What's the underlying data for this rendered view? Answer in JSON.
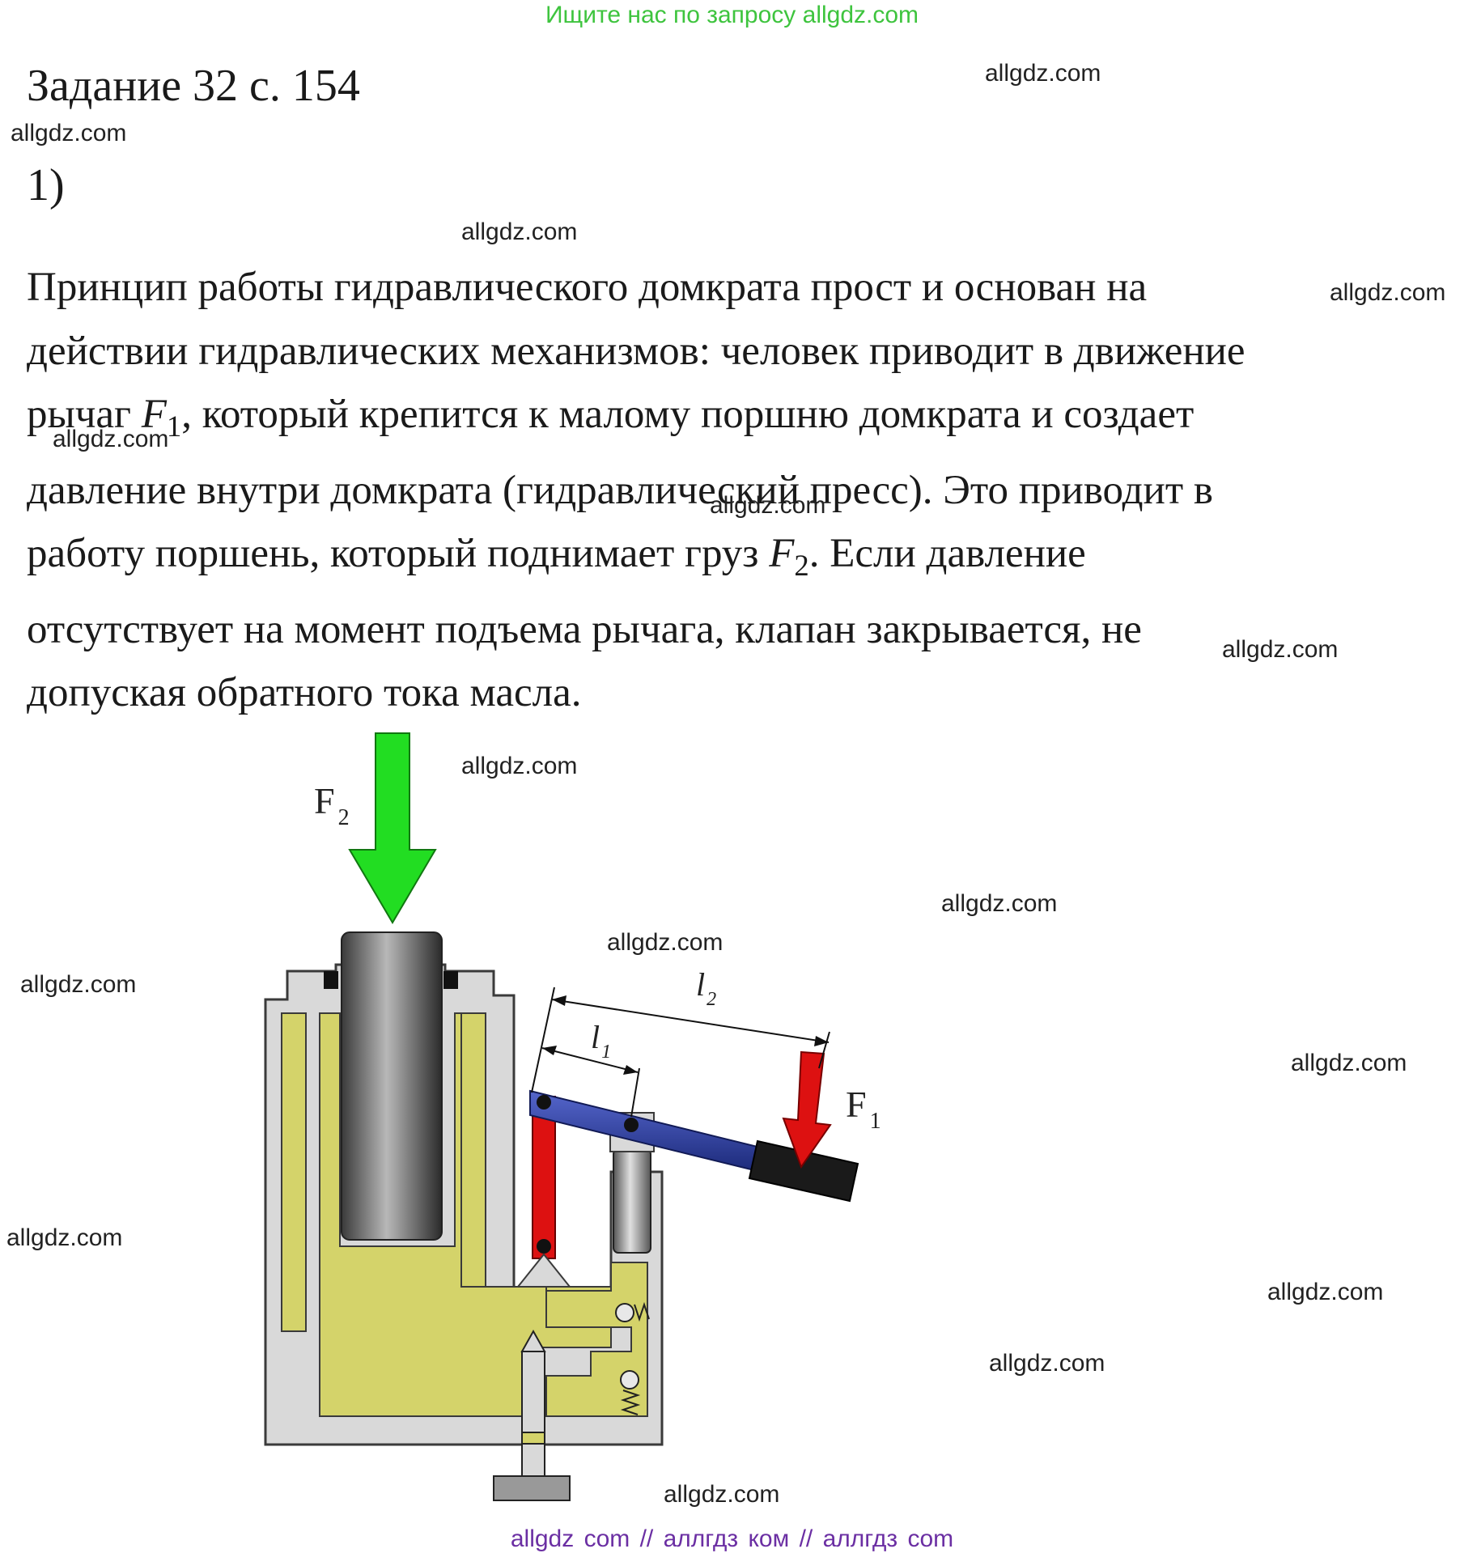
{
  "banner": "Ищите нас по запросу allgdz.com",
  "task": {
    "title": "Задание 32 с. 154",
    "number": "1)"
  },
  "paragraph": {
    "line1": "Принцип работы гидравлического домкрата прост и основан на",
    "line2": "действии гидравлических механизмов: человек приводит в движение",
    "line3_start": "рычаг ",
    "line3_var": "F",
    "line3_sub": "1",
    "line3_end": ", который крепится к малому поршню домкрата и создает",
    "line4": "давление внутри домкрата (гидравлический пресс). Это приводит в",
    "line5_start": "работу поршень, который поднимает груз ",
    "line5_var": "F",
    "line5_sub": "2",
    "line5_end": ". Если давление",
    "line6": "отсутствует на момент подъема рычага, клапан закрывается, не",
    "line7": "допуская обратного тока масла."
  },
  "diagram": {
    "f2_label": "F",
    "f2_sub": "2",
    "f1_label": "F",
    "f1_sub": "1",
    "l1_label": "l",
    "l1_sub": "1",
    "l2_label": "l",
    "l2_sub": "2",
    "colors": {
      "oil": "#d4d36a",
      "body": "#d9d9d9",
      "piston": "#7a7a7a",
      "lever": "#2a3a9a",
      "red": "#dd1111",
      "green": "#22dd22",
      "handle": "#1a1a1a"
    }
  },
  "watermarks": [
    "allgdz.com",
    "allgdz.com",
    "allgdz.com",
    "allgdz.com",
    "allgdz.com",
    "allgdz.com",
    "allgdz.com",
    "allgdz.com",
    "allgdz.com",
    "allgdz.com",
    "allgdz.com",
    "allgdz.com",
    "allgdz.com",
    "allgdz.com",
    "allgdz.com",
    "allgdz.com"
  ],
  "footer": "allgdz com  //  аллгдз ком  //  аллгдз com"
}
